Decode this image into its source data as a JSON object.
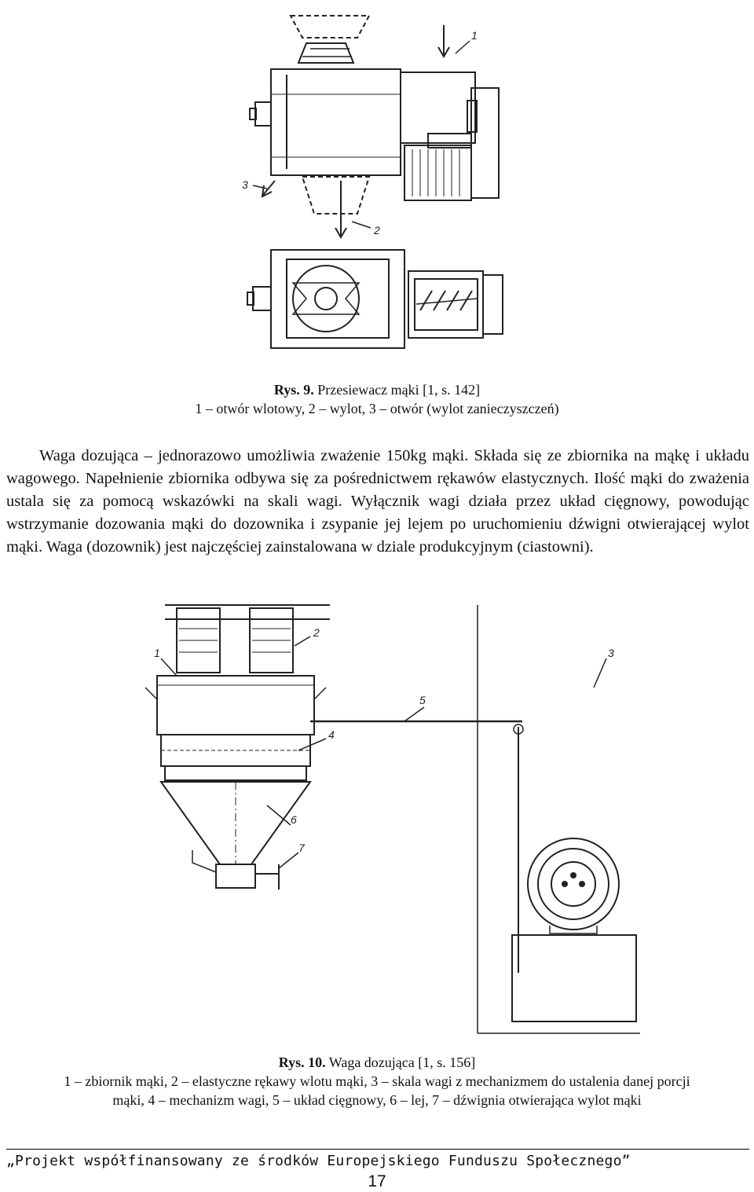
{
  "figure1": {
    "labels": {
      "l1": "1",
      "l2": "2",
      "l3": "3"
    },
    "caption": {
      "prefix": "Rys. 9.",
      "title": " Przesiewacz mąki [1, s. 142]",
      "legend": "1 – otwór wlotowy, 2 – wylot, 3 – otwór (wylot zanieczyszczeń)"
    }
  },
  "paragraph": "Waga dozująca – jednorazowo umożliwia zważenie 150kg mąki. Składa się ze zbiornika na mąkę i układu wagowego. Napełnienie zbiornika odbywa się za pośrednictwem rękawów elastycznych. Ilość mąki do zważenia ustala się za pomocą wskazówki na skali wagi. Wyłącznik wagi działa przez układ cięgnowy, powodując wstrzymanie dozowania mąki do dozownika i zsypanie jej lejem po uruchomieniu dźwigni otwierającej wylot mąki. Waga (dozownik) jest najczęściej zainstalowana w dziale produkcyjnym (ciastowni).",
  "figure2": {
    "labels": {
      "l1": "1",
      "l2": "2",
      "l3": "3",
      "l4": "4",
      "l5": "5",
      "l6": "6",
      "l7": "7"
    },
    "caption": {
      "prefix": "Rys. 10.",
      "title": " Waga dozująca [1, s. 156]",
      "legend_line1": "1 – zbiornik mąki, 2 – elastyczne rękawy wlotu mąki, 3 – skala wagi z mechanizmem do ustalenia danej porcji",
      "legend_line2": "mąki, 4 – mechanizm wagi, 5 – układ cięgnowy, 6 – lej, 7 – dźwignia otwierająca wylot mąki"
    }
  },
  "footer": {
    "project": "„Projekt współfinansowany ze środków Europejskiego Funduszu Społecznego”",
    "page_number": "17"
  }
}
